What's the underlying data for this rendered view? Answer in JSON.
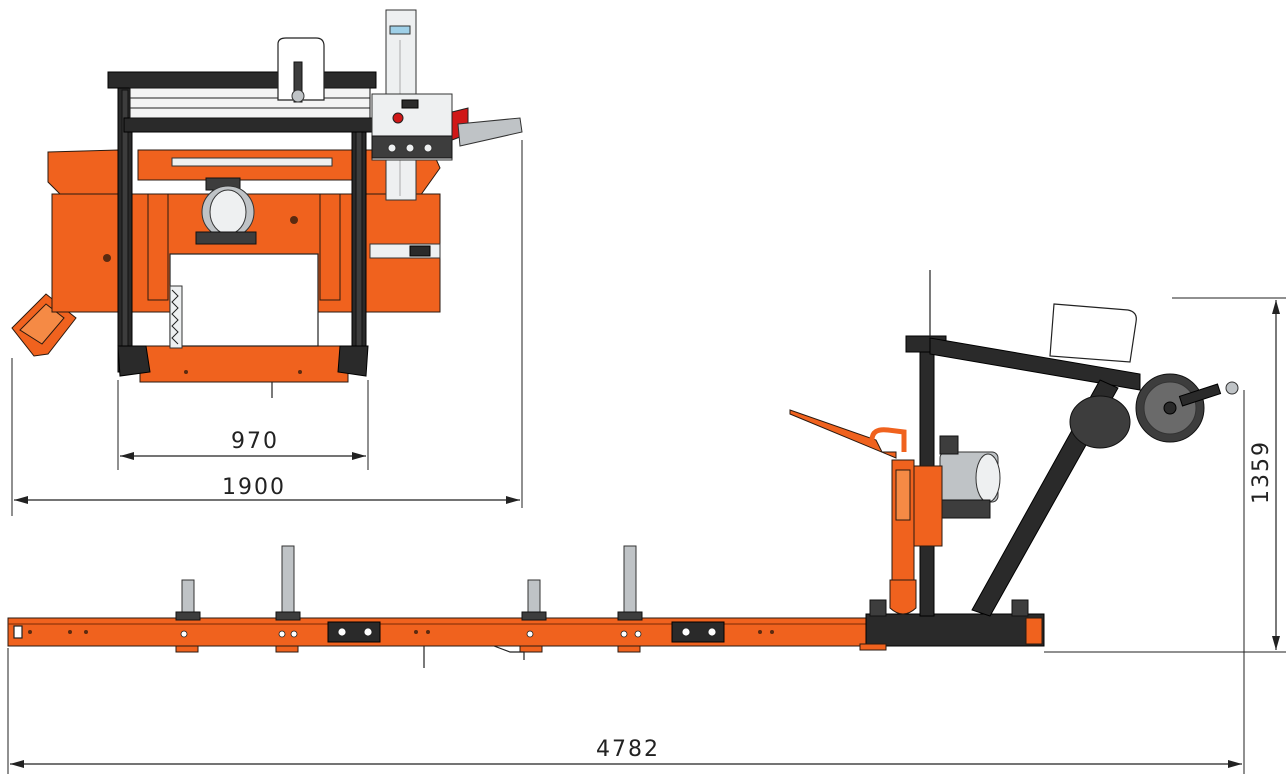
{
  "dimensions": {
    "inner_width": "970",
    "outer_width": "1900",
    "height": "1359",
    "length": "4782"
  },
  "colors": {
    "frame_orange": "#F0621E",
    "steel_dark": "#3d3d3d",
    "dimension_line": "#222222"
  }
}
